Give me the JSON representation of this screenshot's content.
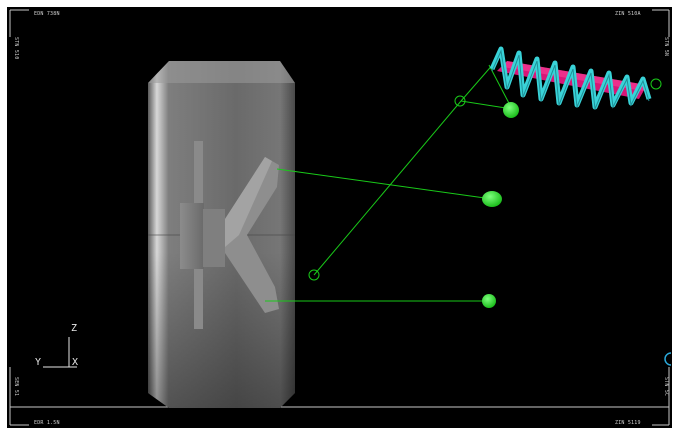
{
  "viewport": {
    "corner_top_left": "EDN 738N",
    "corner_top_right": "ZIN 510A",
    "corner_bottom_left": "EDR 1.5N",
    "corner_bottom_right": "ZIN 5119",
    "side_top_left": "STN 510",
    "side_top_right": "STN 5N",
    "side_bottom_left": "SEN 51",
    "side_bottom_right": "STN 5C"
  },
  "triad": {
    "z_label": "Z",
    "y_label": "Y",
    "x_label": "X"
  },
  "colors": {
    "background": "#000000",
    "frame": "#c8c8c8",
    "link_line": "#19c919",
    "marker": "#22e022",
    "spring_coil": "#39d3d8",
    "damper_rod": "#e0157a",
    "wheel": "#8a8a8a"
  },
  "icons": {
    "marker": "green-dot-icon",
    "joint": "hollow-circle-icon"
  }
}
